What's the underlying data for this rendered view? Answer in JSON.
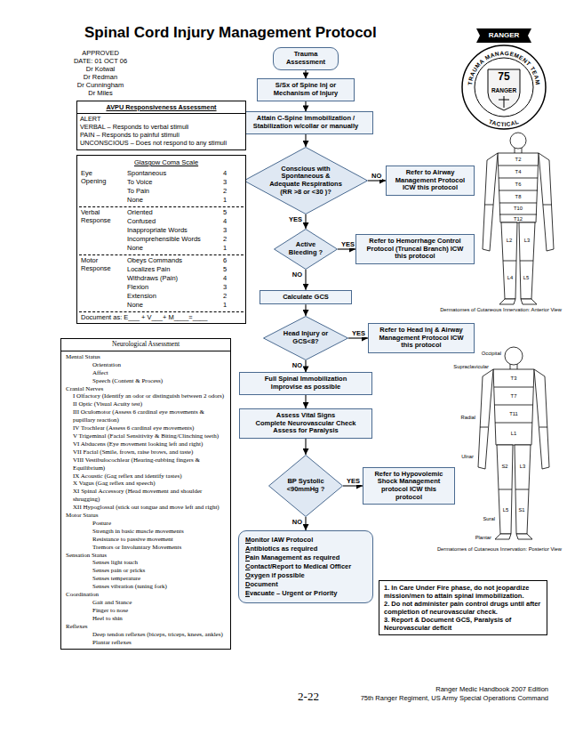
{
  "diagram": {
    "title": "Spinal Cord Injury Management Protocol",
    "nodes": [
      {
        "text": [
          "Trauma Assessment"
        ]
      },
      {
        "text": [
          "S/Sx of Spine Inj or Mechanism of Injury"
        ]
      },
      {
        "text": [
          "Attain C-Spine Immobilization / Stabilization w/collar or manually"
        ]
      },
      {
        "text": [
          "Conscious with Spontaneous & Adequate Respirations (RR >8 or <30 )?"
        ]
      },
      {
        "text": [
          "Refer to Airway Management Protocol ICW this protocol"
        ]
      },
      {
        "text": [
          "Active Bleeding ?"
        ]
      },
      {
        "text": [
          "Refer to Hemorrhage Control Protocol (Truncal Branch) ICW this protocol"
        ]
      },
      {
        "text": [
          "Calculate GCS"
        ]
      },
      {
        "text": [
          "Head Injury or GCS<8?"
        ]
      },
      {
        "text": [
          "Refer to Head Inj & Airway Management Protocol ICW this protocol"
        ]
      },
      {
        "text": [
          "Full Spinal Immobilization",
          "Improvise as possible"
        ]
      },
      {
        "text": [
          "Assess Vital Signs",
          "Complete Neurovascular Check",
          "Assess for Paralysis"
        ]
      },
      {
        "text": [
          "BP Systolic <90mmHg ?"
        ]
      },
      {
        "text": [
          "Refer to Hypovolemic Shock Management protocol ICW this protocol"
        ]
      },
      {
        "text": [
          "Monitor IAW Protocol",
          "Antibiotics as required",
          "Pain Management as required",
          "Contact/Report to Medical Officer",
          "Oxygen if possible",
          "Document",
          "Evacuate – Urgent or Priority"
        ]
      },
      {
        "text": [
          "1. In Care Under Fire phase, do not jeopardize mission/men to attain spinal immobilization.",
          "2. Do not administer pain control drugs until after completion of neurovascular check.",
          "3. Report & Document GCS, Paralysis of Neurovascular deficit"
        ]
      },
      {
        "text": [
          "AVPU Responsiveness Assessment",
          "ALERT",
          "VERBAL – Responds to verbal stimuli",
          "PAIN – Responds to painful stimuli",
          "UNCONSCIOUS – Does not respond to any stimuli"
        ]
      },
      {
        "text": [
          "Glasgow Coma Scale",
          "Eye Opening",
          "Spontaneous",
          "4",
          "To Voice",
          "3",
          "To Pain",
          "2",
          "None",
          "1",
          "Verbal Response",
          "Oriented",
          "5",
          "Confused",
          "4",
          "Inappropriate Words",
          "3",
          "Incomprehensible Words",
          "2",
          "None",
          "1",
          "Motor Response",
          "Obeys Commands",
          "6",
          "Localizes Pain",
          "5",
          "Withdraws (Pain)",
          "4",
          "Flexion",
          "3",
          "Extension",
          "2",
          "None",
          "1",
          "Document as: E___ + V___+ M____=____"
        ]
      },
      {
        "text": [
          "Neurological Assessment",
          "Mental Status",
          "Orientation",
          "Affect",
          "Speech (Content & Process)",
          "Cranial Nerves",
          "I Olfactory (Identify an odor or distinguish between 2 odors)",
          "II Optic (Visual Acuity test)",
          "III Oculomotor (Assess 6 cardinal eye movements & pupillary reaction)",
          "IV Trochlear (Assess 6 cardinal eye movements)",
          "V Trigeminal (Facial Sensitivity & Biting/Clinching teeth)",
          "VI Abducens (Eye movement looking left and right)",
          "VII Facial (Smile, frown, raise brows, and taste)",
          "VIII Vestibulocochlear (Hearing-rubbing fingers & Equilibrium)",
          "IX Acoustic (Gag reflex and identify tastes)",
          "X Vagus (Gag reflex and speech)",
          "XI Spinal Accessory (Head movement and shoulder shrugging)",
          "XII Hypoglossal (stick out tongue and move left and right)",
          "Motor Status",
          "Posture",
          "Strength in basic muscle movements",
          "Resistance to passive movement",
          "Tremors or Involuntary Movements",
          "Sensation Status",
          "Senses light touch",
          "Senses pain or pricks",
          "Senses temperature",
          "Senses vibration (tuning fork)",
          "Coordination",
          "Gait and Stance",
          "Finger to nose",
          "Heel to shin",
          "Reflexes",
          "Deep tendon reflexes (biceps, triceps, knees, ankles)",
          "Plantar reflexes"
        ]
      }
    ],
    "edges": [
      {
        "from": 0,
        "to": 1,
        "arrow": "to"
      },
      {
        "from": 1,
        "to": 2,
        "arrow": "to"
      },
      {
        "from": 2,
        "to": 3,
        "arrow": "to"
      },
      {
        "from": 3,
        "to": 4,
        "label": "NO",
        "arrow": "to"
      },
      {
        "from": 3,
        "to": 5,
        "label": "YES",
        "arrow": "to"
      },
      {
        "from": 5,
        "to": 6,
        "label": "YES",
        "arrow": "to"
      },
      {
        "from": 5,
        "to": 7,
        "label": "NO",
        "arrow": "to"
      },
      {
        "from": 7,
        "to": 8,
        "arrow": "to"
      },
      {
        "from": 8,
        "to": 9,
        "label": "YES",
        "arrow": "to"
      },
      {
        "from": 8,
        "to": 10,
        "label": "NO",
        "arrow": "to"
      },
      {
        "from": 10,
        "to": 11,
        "arrow": "to"
      },
      {
        "from": 11,
        "to": 12,
        "arrow": "to"
      },
      {
        "from": 12,
        "to": 13,
        "label": "YES",
        "arrow": "to"
      },
      {
        "from": 12,
        "to": 14,
        "label": "NO",
        "arrow": "to"
      }
    ],
    "labels": [
      "APPROVED",
      "DATE: 01 OCT 06",
      "Dr Kotwal",
      "Dr Redman",
      "Dr Cunningham",
      "Dr Miles",
      "RANGER",
      "75",
      "RANGER",
      "TRAUMA MANAGEMENT TEAM",
      "TACTICAL",
      "T2",
      "T4",
      "T6",
      "T8",
      "T10",
      "T12",
      "L2",
      "L3",
      "L4",
      "L5",
      "Dermatomes of Cutaneous Innervation: Anterior View",
      "Occipital",
      "Supraclavicular",
      "Radial",
      "Ulnar",
      "T3",
      "T7",
      "T11",
      "L1",
      "S2",
      "L3",
      "L5",
      "S1",
      "Sural",
      "Plantar",
      "Dermatomes of Cutaneous Innervation: Posterior View",
      "2-22",
      "Ranger Medic Handbook 2007 Edition",
      "75th Ranger Regiment, US Army Special Operations Command"
    ]
  }
}
